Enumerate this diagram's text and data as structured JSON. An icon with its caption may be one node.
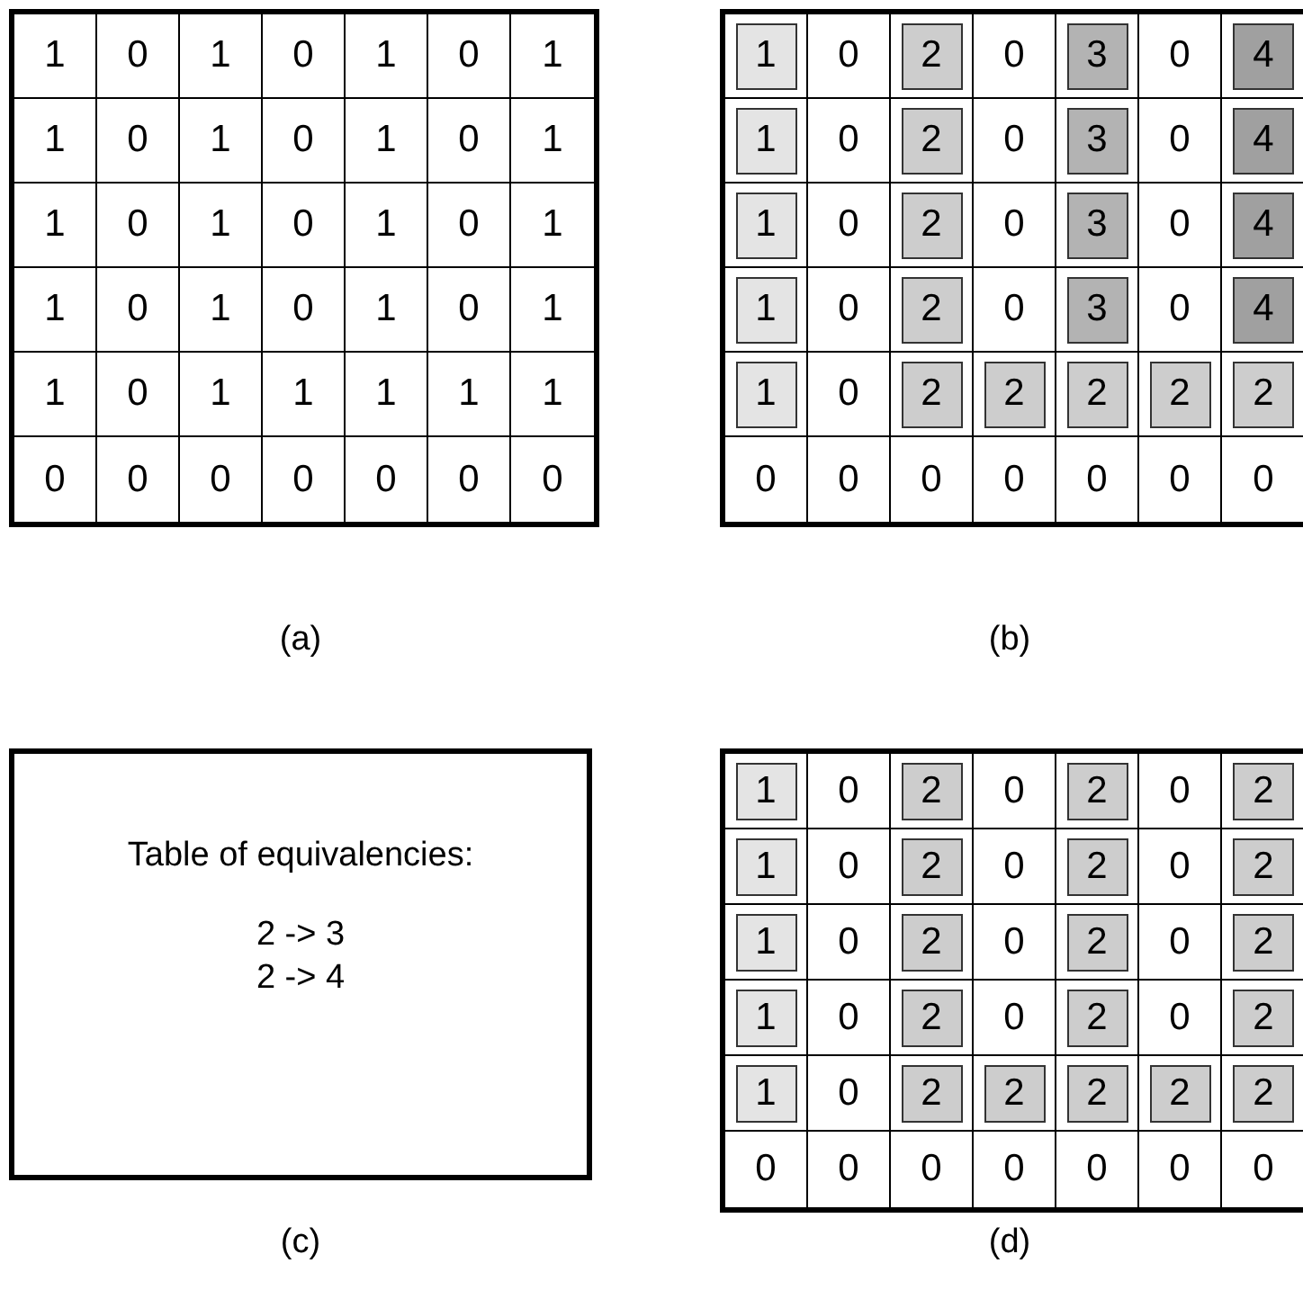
{
  "diagram": {
    "nodes": [
      {
        "text": [
          "Table of equivalencies:",
          "2 -> 3",
          "2 -> 4"
        ]
      }
    ],
    "labels": [
      "1",
      "0",
      "1",
      "0",
      "1",
      "0",
      "1",
      "1",
      "0",
      "1",
      "0",
      "1",
      "0",
      "1",
      "1",
      "0",
      "1",
      "0",
      "1",
      "0",
      "1",
      "1",
      "0",
      "1",
      "0",
      "1",
      "0",
      "1",
      "1",
      "0",
      "1",
      "1",
      "1",
      "1",
      "1",
      "0",
      "0",
      "0",
      "0",
      "0",
      "0",
      "0",
      "1",
      "0",
      "2",
      "0",
      "3",
      "0",
      "4",
      "1",
      "0",
      "2",
      "0",
      "3",
      "0",
      "4",
      "1",
      "0",
      "2",
      "0",
      "3",
      "0",
      "4",
      "1",
      "0",
      "2",
      "0",
      "3",
      "0",
      "4",
      "1",
      "0",
      "2",
      "2",
      "2",
      "2",
      "2",
      "0",
      "0",
      "0",
      "0",
      "0",
      "0",
      "0",
      "(a)",
      "(b)",
      "1",
      "0",
      "2",
      "0",
      "2",
      "0",
      "2",
      "1",
      "0",
      "2",
      "0",
      "2",
      "0",
      "2",
      "1",
      "0",
      "2",
      "0",
      "2",
      "0",
      "2",
      "1",
      "0",
      "2",
      "0",
      "2",
      "0",
      "2",
      "1",
      "0",
      "2",
      "2",
      "2",
      "2",
      "2",
      "0",
      "0",
      "0",
      "0",
      "0",
      "0",
      "0",
      "(c)",
      "(d)"
    ]
  }
}
